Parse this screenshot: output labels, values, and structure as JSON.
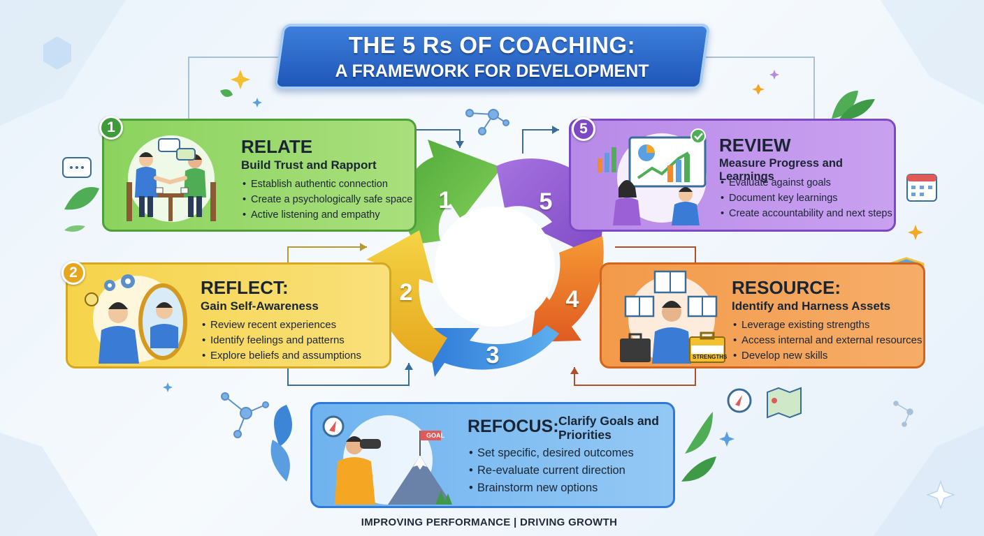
{
  "title": {
    "line1": "THE 5 Rs OF COACHING:",
    "line2": "A FRAMEWORK FOR DEVELOPMENT"
  },
  "steps": [
    {
      "number": "1",
      "heading": "RELATE",
      "subheading": "Build Trust and Rapport",
      "bullets": [
        "Establish authentic connection",
        "Create a psychologically safe space",
        "Active listening and empathy"
      ],
      "color": "#5fbf4a"
    },
    {
      "number": "2",
      "heading": "REFLECT:",
      "subheading": "Gain Self-Awareness",
      "bullets": [
        "Review recent experiences",
        "Identify feelings and patterns",
        "Explore beliefs and assumptions"
      ],
      "color": "#f2c22e"
    },
    {
      "number": "3",
      "heading": "REFOCUS:",
      "subheading": "Clarify Goals and Priorities",
      "bullets": [
        "Set specific, desired outcomes",
        "Re-evaluate current direction",
        "Brainstorm new options"
      ],
      "color": "#3d8ee0",
      "illustration_label": "GOAL"
    },
    {
      "number": "4",
      "heading": "RESOURCE:",
      "subheading": "Identify and Harness Assets",
      "bullets": [
        "Leverage existing strengths",
        "Access internal and external resources",
        "Develop new skills"
      ],
      "color": "#f08a2c",
      "illustration_label": "STRENGTHS"
    },
    {
      "number": "5",
      "heading": "REVIEW",
      "subheading": "Measure Progress and Learnings",
      "bullets": [
        "Evaluate against goals",
        "Document key learnings",
        "Create accountability and next steps"
      ],
      "color": "#9b5fd6"
    }
  ],
  "footer": "IMPROVING PERFORMANCE | DRIVING GROWTH"
}
